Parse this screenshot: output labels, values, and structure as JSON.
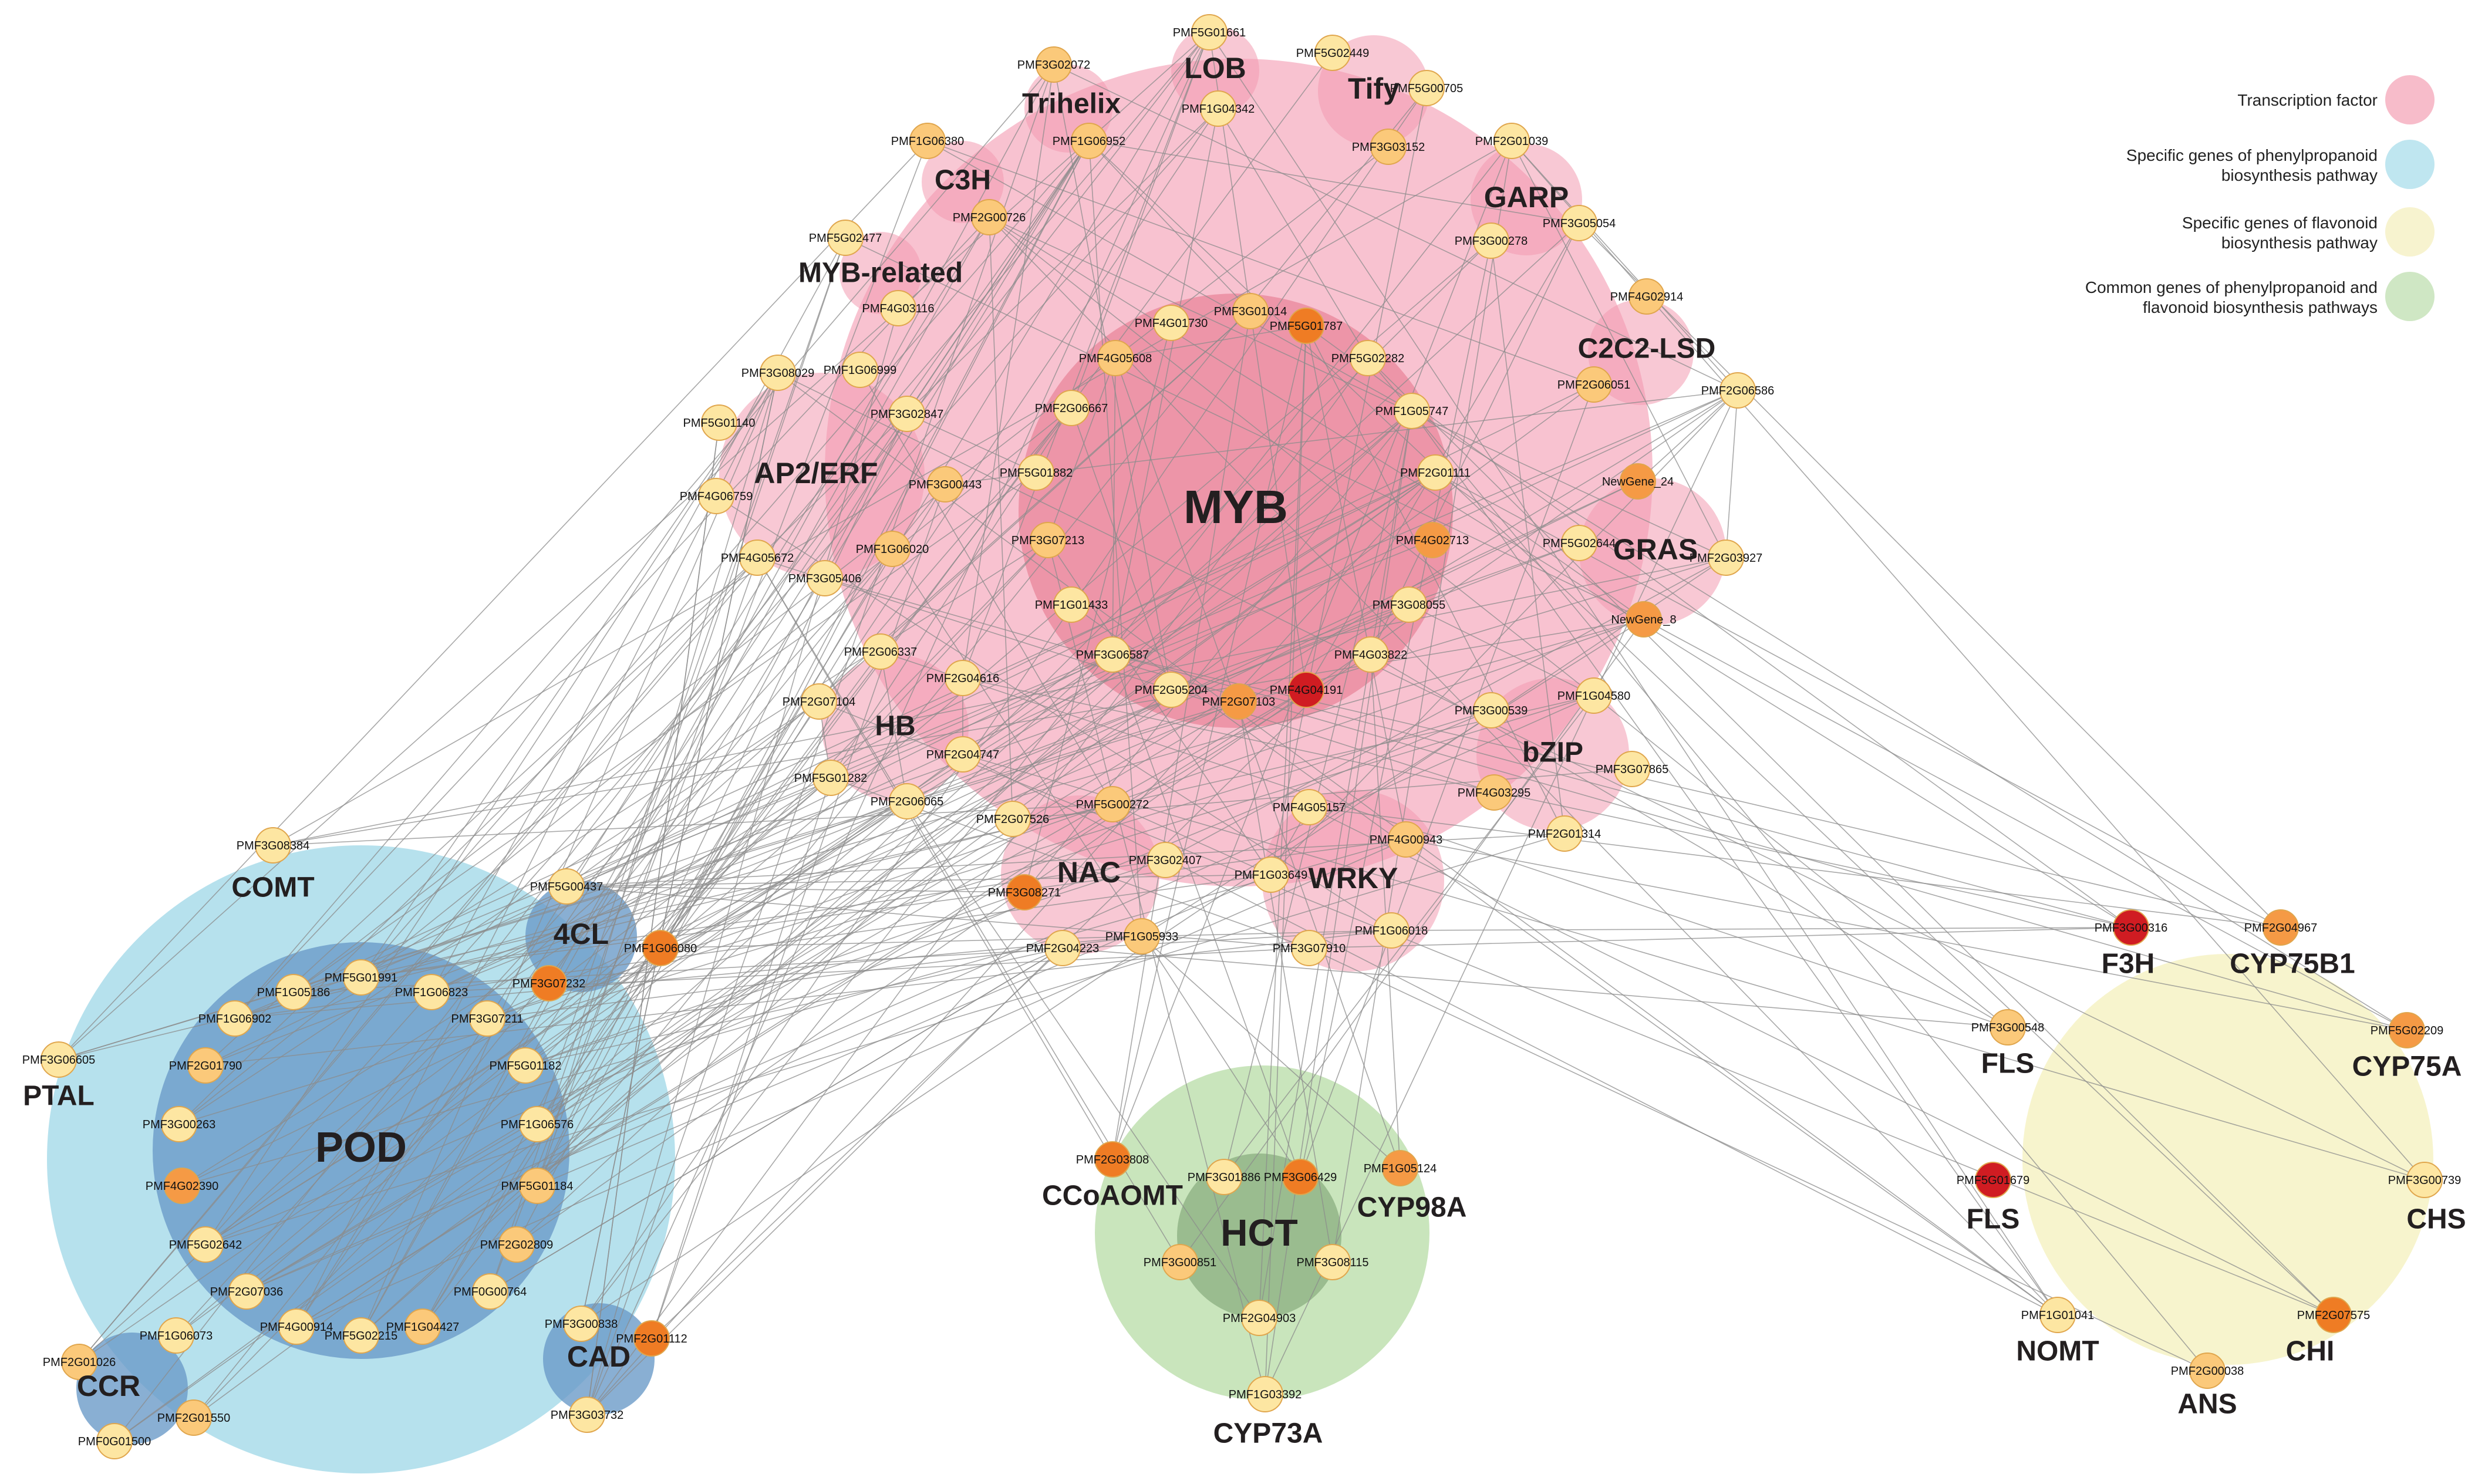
{
  "colors": {
    "tf": "#f7b7c8",
    "phenyl": "#a9dcea",
    "flavonoid": "#f6f2c4",
    "common": "#bfe0b0",
    "tf_core": "#ea8a9e",
    "pod_core": "#6c9bc8",
    "hct_core": "#8fb183",
    "edge": "#8c8c8c",
    "node_light": "#fde6a2",
    "node_mid": "#fbc97a",
    "node_orange": "#f59a45",
    "node_deep": "#ef7c24",
    "node_red": "#d01c22"
  },
  "legend": [
    {
      "label": "Transcription factor",
      "color": "#f7bcca"
    },
    {
      "label": "Specific genes of phenylpropanoid\nbiosynthesis pathway",
      "color": "#bfe6f0"
    },
    {
      "label": "Specific genes of flavonoid\nbiosynthesis pathway",
      "color": "#f7f3cf"
    },
    {
      "label": "Common genes of phenylpropanoid and\nflavonoid biosynthesis pathways",
      "color": "#cfe7c4"
    }
  ],
  "groups": [
    {
      "id": "MYB",
      "label": "MYB",
      "kind": "tf"
    },
    {
      "id": "LOB",
      "label": "LOB",
      "kind": "tf"
    },
    {
      "id": "Tify",
      "label": "Tify",
      "kind": "tf"
    },
    {
      "id": "Trihelix",
      "label": "Trihelix",
      "kind": "tf"
    },
    {
      "id": "C3H",
      "label": "C3H",
      "kind": "tf"
    },
    {
      "id": "GARP",
      "label": "GARP",
      "kind": "tf"
    },
    {
      "id": "MYB-related",
      "label": "MYB-related",
      "kind": "tf"
    },
    {
      "id": "C2C2-LSD",
      "label": "C2C2-LSD",
      "kind": "tf"
    },
    {
      "id": "AP2/ERF",
      "label": "AP2/ERF",
      "kind": "tf"
    },
    {
      "id": "GRAS",
      "label": "GRAS",
      "kind": "tf"
    },
    {
      "id": "HB",
      "label": "HB",
      "kind": "tf"
    },
    {
      "id": "bZIP",
      "label": "bZIP",
      "kind": "tf"
    },
    {
      "id": "NAC",
      "label": "NAC",
      "kind": "tf"
    },
    {
      "id": "WRKY",
      "label": "WRKY",
      "kind": "tf"
    },
    {
      "id": "POD",
      "label": "POD",
      "kind": "phenyl"
    },
    {
      "id": "4CL",
      "label": "4CL",
      "kind": "phenyl"
    },
    {
      "id": "COMT",
      "label": "COMT",
      "kind": "phenyl"
    },
    {
      "id": "PTAL",
      "label": "PTAL",
      "kind": "phenyl"
    },
    {
      "id": "CAD",
      "label": "CAD",
      "kind": "phenyl"
    },
    {
      "id": "CCR",
      "label": "CCR",
      "kind": "phenyl"
    },
    {
      "id": "HCT",
      "label": "HCT",
      "kind": "common"
    },
    {
      "id": "CCoAOMT",
      "label": "CCoAOMT",
      "kind": "common"
    },
    {
      "id": "CYP98A",
      "label": "CYP98A",
      "kind": "common"
    },
    {
      "id": "CYP73A",
      "label": "CYP73A",
      "kind": "common"
    },
    {
      "id": "F3H",
      "label": "F3H",
      "kind": "flavonoid"
    },
    {
      "id": "CYP75B1",
      "label": "CYP75B1",
      "kind": "flavonoid"
    },
    {
      "id": "FLS1",
      "label": "FLS",
      "kind": "flavonoid"
    },
    {
      "id": "CYP75A",
      "label": "CYP75A",
      "kind": "flavonoid"
    },
    {
      "id": "FLS2",
      "label": "FLS",
      "kind": "flavonoid"
    },
    {
      "id": "CHS",
      "label": "CHS",
      "kind": "flavonoid"
    },
    {
      "id": "NOMT",
      "label": "NOMT",
      "kind": "flavonoid"
    },
    {
      "id": "CHI",
      "label": "CHI",
      "kind": "flavonoid"
    },
    {
      "id": "ANS",
      "label": "ANS",
      "kind": "flavonoid"
    }
  ],
  "nodes": [
    {
      "id": "PMF5G01661",
      "group": "LOB",
      "level": "light"
    },
    {
      "id": "PMF1G04342",
      "group": "LOB",
      "level": "light"
    },
    {
      "id": "PMF5G02449",
      "group": "Tify",
      "level": "light"
    },
    {
      "id": "PMF5G00705",
      "group": "Tify",
      "level": "light"
    },
    {
      "id": "PMF3G03152",
      "group": "Tify",
      "level": "mid"
    },
    {
      "id": "PMF3G02072",
      "group": "Trihelix",
      "level": "mid"
    },
    {
      "id": "PMF1G06952",
      "group": "Trihelix",
      "level": "mid"
    },
    {
      "id": "PMF1G06380",
      "group": "C3H",
      "level": "mid"
    },
    {
      "id": "PMF2G00726",
      "group": "C3H",
      "level": "mid"
    },
    {
      "id": "PMF2G01039",
      "group": "GARP",
      "level": "light"
    },
    {
      "id": "PMF3G00278",
      "group": "GARP",
      "level": "light"
    },
    {
      "id": "PMF3G05054",
      "group": "GARP",
      "level": "light"
    },
    {
      "id": "PMF5G02477",
      "group": "MYB-related",
      "level": "light"
    },
    {
      "id": "PMF4G03116",
      "group": "MYB-related",
      "level": "light"
    },
    {
      "id": "PMF4G02914",
      "group": "C2C2-LSD",
      "level": "mid"
    },
    {
      "id": "PMF2G06051",
      "group": "C2C2-LSD",
      "level": "mid"
    },
    {
      "id": "PMF2G06586",
      "group": "C2C2-LSD",
      "level": "light"
    },
    {
      "id": "PMF3G08029",
      "group": "AP2/ERF",
      "level": "light"
    },
    {
      "id": "PMF1G06999",
      "group": "AP2/ERF",
      "level": "light"
    },
    {
      "id": "PMF3G02847",
      "group": "AP2/ERF",
      "level": "light"
    },
    {
      "id": "PMF5G01140",
      "group": "AP2/ERF",
      "level": "light"
    },
    {
      "id": "PMF3G00443",
      "group": "AP2/ERF",
      "level": "mid"
    },
    {
      "id": "PMF4G06759",
      "group": "AP2/ERF",
      "level": "light"
    },
    {
      "id": "PMF1G06020",
      "group": "AP2/ERF",
      "level": "mid"
    },
    {
      "id": "PMF4G05672",
      "group": "AP2/ERF",
      "level": "light"
    },
    {
      "id": "PMF3G05406",
      "group": "AP2/ERF",
      "level": "light"
    },
    {
      "id": "PMF4G01730",
      "group": "MYB",
      "level": "light"
    },
    {
      "id": "PMF3G01014",
      "group": "MYB",
      "level": "mid"
    },
    {
      "id": "PMF5G01787",
      "group": "MYB",
      "level": "deep"
    },
    {
      "id": "PMF4G05608",
      "group": "MYB",
      "level": "mid"
    },
    {
      "id": "PMF5G02282",
      "group": "MYB",
      "level": "light"
    },
    {
      "id": "PMF2G06667",
      "group": "MYB",
      "level": "light"
    },
    {
      "id": "PMF1G05747",
      "group": "MYB",
      "level": "light"
    },
    {
      "id": "PMF5G01882",
      "group": "MYB",
      "level": "light"
    },
    {
      "id": "PMF2G01111",
      "group": "MYB",
      "level": "light"
    },
    {
      "id": "PMF3G07213",
      "group": "MYB",
      "level": "mid"
    },
    {
      "id": "PMF4G02713",
      "group": "MYB",
      "level": "orange"
    },
    {
      "id": "PMF1G01433",
      "group": "MYB",
      "level": "light"
    },
    {
      "id": "PMF3G08055",
      "group": "MYB",
      "level": "light"
    },
    {
      "id": "PMF3G06587",
      "group": "MYB",
      "level": "light"
    },
    {
      "id": "PMF4G03822",
      "group": "MYB",
      "level": "light"
    },
    {
      "id": "PMF2G05204",
      "group": "MYB",
      "level": "light"
    },
    {
      "id": "PMF2G07103",
      "group": "MYB",
      "level": "orange"
    },
    {
      "id": "PMF4G04191",
      "group": "MYB",
      "level": "red"
    },
    {
      "id": "NewGene_24",
      "group": "GRAS",
      "level": "orange"
    },
    {
      "id": "PMF5G02644",
      "group": "GRAS",
      "level": "light"
    },
    {
      "id": "PMF2G03927",
      "group": "GRAS",
      "level": "light"
    },
    {
      "id": "NewGene_8",
      "group": "GRAS",
      "level": "orange"
    },
    {
      "id": "PMF2G06337",
      "group": "HB",
      "level": "light"
    },
    {
      "id": "PMF2G04616",
      "group": "HB",
      "level": "light"
    },
    {
      "id": "PMF2G07104",
      "group": "HB",
      "level": "light"
    },
    {
      "id": "PMF2G04747",
      "group": "HB",
      "level": "light"
    },
    {
      "id": "PMF5G01282",
      "group": "HB",
      "level": "light"
    },
    {
      "id": "PMF2G06065",
      "group": "HB",
      "level": "light"
    },
    {
      "id": "PMF3G00539",
      "group": "bZIP",
      "level": "light"
    },
    {
      "id": "PMF1G04580",
      "group": "bZIP",
      "level": "light"
    },
    {
      "id": "PMF3G07865",
      "group": "bZIP",
      "level": "light"
    },
    {
      "id": "PMF4G03295",
      "group": "bZIP",
      "level": "mid"
    },
    {
      "id": "PMF2G01314",
      "group": "bZIP",
      "level": "light"
    },
    {
      "id": "PMF2G07526",
      "group": "NAC",
      "level": "light"
    },
    {
      "id": "PMF5G00272",
      "group": "NAC",
      "level": "mid"
    },
    {
      "id": "PMF3G02407",
      "group": "NAC",
      "level": "light"
    },
    {
      "id": "PMF3G08271",
      "group": "NAC",
      "level": "deep"
    },
    {
      "id": "PMF2G04223",
      "group": "NAC",
      "level": "light"
    },
    {
      "id": "PMF1G05933",
      "group": "NAC",
      "level": "mid"
    },
    {
      "id": "PMF4G05157",
      "group": "WRKY",
      "level": "light"
    },
    {
      "id": "PMF4G00943",
      "group": "WRKY",
      "level": "mid"
    },
    {
      "id": "PMF1G03649",
      "group": "WRKY",
      "level": "light"
    },
    {
      "id": "PMF1G06018",
      "group": "WRKY",
      "level": "light"
    },
    {
      "id": "PMF3G07910",
      "group": "WRKY",
      "level": "light"
    },
    {
      "id": "PMF3G08384",
      "group": "COMT",
      "level": "light"
    },
    {
      "id": "PMF5G00437",
      "group": "4CL",
      "level": "light"
    },
    {
      "id": "PMF1G06080",
      "group": "4CL",
      "level": "deep"
    },
    {
      "id": "PMF3G07232",
      "group": "4CL",
      "level": "deep"
    },
    {
      "id": "PMF3G06605",
      "group": "PTAL",
      "level": "light"
    },
    {
      "id": "PMF1G05186",
      "group": "POD",
      "level": "light"
    },
    {
      "id": "PMF5G01991",
      "group": "POD",
      "level": "light"
    },
    {
      "id": "PMF1G06823",
      "group": "POD",
      "level": "light"
    },
    {
      "id": "PMF1G06902",
      "group": "POD",
      "level": "light"
    },
    {
      "id": "PMF3G07211",
      "group": "POD",
      "level": "light"
    },
    {
      "id": "PMF2G01790",
      "group": "POD",
      "level": "mid"
    },
    {
      "id": "PMF5G01182",
      "group": "POD",
      "level": "light"
    },
    {
      "id": "PMF3G00263",
      "group": "POD",
      "level": "light"
    },
    {
      "id": "PMF1G06576",
      "group": "POD",
      "level": "light"
    },
    {
      "id": "PMF4G02390",
      "group": "POD",
      "level": "orange"
    },
    {
      "id": "PMF5G01184",
      "group": "POD",
      "level": "mid"
    },
    {
      "id": "PMF5G02642",
      "group": "POD",
      "level": "light"
    },
    {
      "id": "PMF2G02809",
      "group": "POD",
      "level": "mid"
    },
    {
      "id": "PMF2G07036",
      "group": "POD",
      "level": "light"
    },
    {
      "id": "PMF0G00764",
      "group": "POD",
      "level": "light"
    },
    {
      "id": "PMF4G00914",
      "group": "POD",
      "level": "light"
    },
    {
      "id": "PMF1G04427",
      "group": "POD",
      "level": "mid"
    },
    {
      "id": "PMF5G02215",
      "group": "POD",
      "level": "light"
    },
    {
      "id": "PMF3G00838",
      "group": "CAD",
      "level": "light"
    },
    {
      "id": "PMF2G01112",
      "group": "CAD",
      "level": "deep"
    },
    {
      "id": "PMF3G03732",
      "group": "CAD",
      "level": "light"
    },
    {
      "id": "PMF1G06073",
      "group": "CCR",
      "level": "light"
    },
    {
      "id": "PMF2G01026",
      "group": "CCR",
      "level": "mid"
    },
    {
      "id": "PMF2G01550",
      "group": "CCR",
      "level": "mid"
    },
    {
      "id": "PMF0G01500",
      "group": "CCR",
      "level": "light"
    },
    {
      "id": "PMF2G03808",
      "group": "CCoAOMT",
      "level": "deep"
    },
    {
      "id": "PMF3G01886",
      "group": "HCT",
      "level": "light"
    },
    {
      "id": "PMF3G06429",
      "group": "HCT",
      "level": "deep"
    },
    {
      "id": "PMF1G05124",
      "group": "CYP98A",
      "level": "orange"
    },
    {
      "id": "PMF3G00851",
      "group": "HCT",
      "level": "mid"
    },
    {
      "id": "PMF3G08115",
      "group": "HCT",
      "level": "light"
    },
    {
      "id": "PMF2G04903",
      "group": "HCT",
      "level": "light"
    },
    {
      "id": "PMF1G03392",
      "group": "CYP73A",
      "level": "light"
    },
    {
      "id": "PMF3G00316",
      "group": "F3H",
      "level": "red"
    },
    {
      "id": "PMF2G04967",
      "group": "CYP75B1",
      "level": "orange"
    },
    {
      "id": "PMF3G00548",
      "group": "FLS1",
      "level": "mid"
    },
    {
      "id": "PMF5G02209",
      "group": "CYP75A",
      "level": "orange"
    },
    {
      "id": "PMF5G01679",
      "group": "FLS2",
      "level": "red"
    },
    {
      "id": "PMF3G00739",
      "group": "CHS",
      "level": "light"
    },
    {
      "id": "PMF1G01041",
      "group": "NOMT",
      "level": "light"
    },
    {
      "id": "PMF2G07575",
      "group": "CHI",
      "level": "deep"
    },
    {
      "id": "PMF2G00038",
      "group": "ANS",
      "level": "mid"
    }
  ]
}
